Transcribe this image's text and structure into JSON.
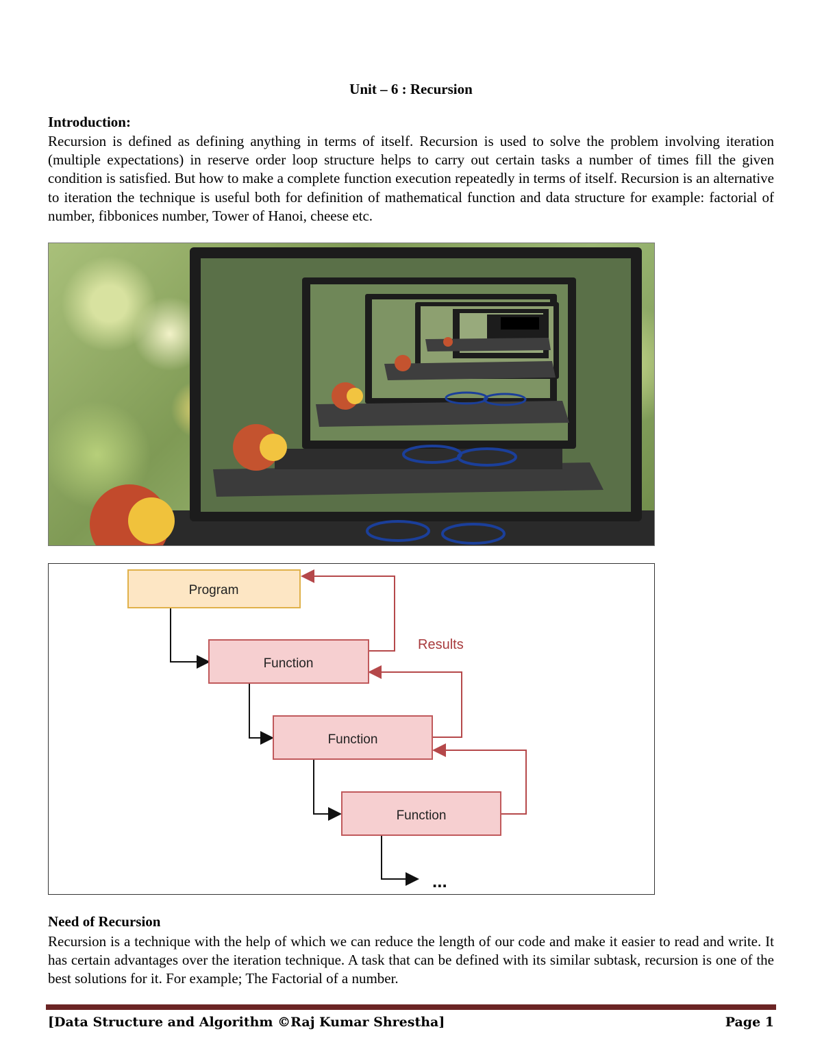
{
  "title": "Unit – 6 : Recursion",
  "intro": {
    "heading": "Introduction:",
    "text": "Recursion is defined as defining anything in terms of itself. Recursion is used to solve the problem involving iteration (multiple expectations) in reserve order loop structure helps to carry out certain tasks a number of times fill the given condition is satisfied. But how to make a complete function execution repeatedly in terms of itself. Recursion is an alternative to iteration the technique is useful both for definition of mathematical function and data structure for example: factorial of number, fibbonices number, Tower of Hanoi, cheese etc."
  },
  "diagram": {
    "program_label": "Program",
    "function_labels": [
      "Function",
      "Function",
      "Function"
    ],
    "results_label": "Results",
    "ellipsis": "...",
    "colors": {
      "program_fill": "#fde6c4",
      "program_stroke": "#e0b14a",
      "function_fill": "#f6cfd0",
      "function_stroke": "#c0595b",
      "return_arrow": "#b5484a",
      "call_arrow": "#111111",
      "results_text": "#a83a3c"
    }
  },
  "need": {
    "heading": "Need of Recursion",
    "text": "Recursion is a technique with the help of which we can reduce the length of our code and make it easier to read and write. It has certain advantages over the iteration technique. A task that can be defined with its similar subtask, recursion is one of the best solutions for it. For example; The Factorial of a number."
  },
  "footer": {
    "left": "[Data Structure and Algorithm ©Raj Kumar Shrestha]",
    "right": "Page 1"
  }
}
